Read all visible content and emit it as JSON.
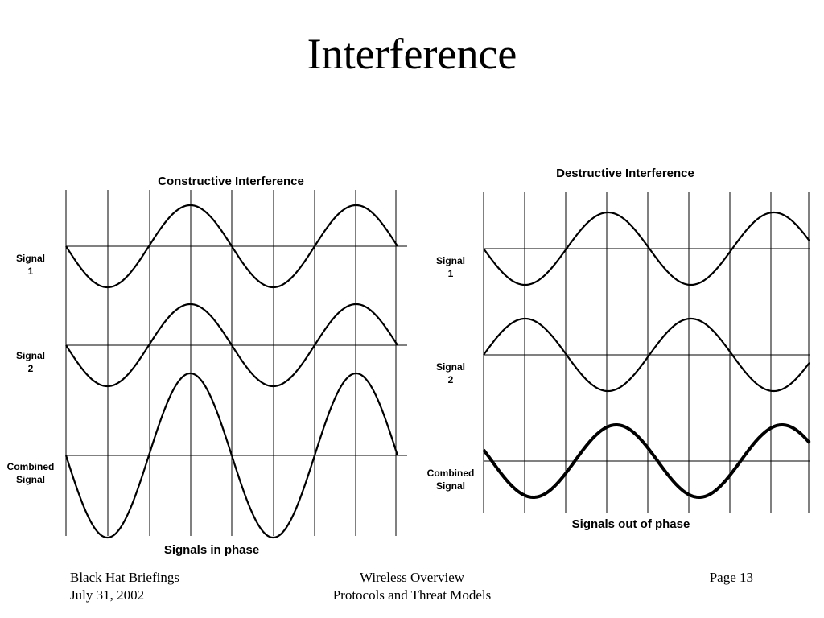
{
  "slide": {
    "title": "Interference"
  },
  "panels": [
    {
      "id": "constructive",
      "title": "Constructive Interference",
      "caption": "Signals in phase",
      "rows": [
        {
          "label": [
            "Signal",
            "1"
          ],
          "amplitude": 1,
          "phase": 0,
          "thick": false
        },
        {
          "label": [
            "Signal",
            "2"
          ],
          "amplitude": 1,
          "phase": 0,
          "thick": false
        },
        {
          "label": [
            "Combined",
            "Signal"
          ],
          "amplitude": 2,
          "phase": 0,
          "thick": false
        }
      ]
    },
    {
      "id": "destructive",
      "title": "Destructive Interference",
      "caption": "Signals out of phase",
      "rows": [
        {
          "label": [
            "Signal",
            "1"
          ],
          "amplitude": 1,
          "phase": 0,
          "thick": false
        },
        {
          "label": [
            "Signal",
            "2"
          ],
          "amplitude": 1,
          "phase": 0.5,
          "thick": false
        },
        {
          "label": [
            "Combined",
            "Signal"
          ],
          "amplitude": 1,
          "phase": 0.05,
          "thick": true
        }
      ]
    }
  ],
  "footer": {
    "left": [
      "Black Hat Briefings",
      "July 31, 2002"
    ],
    "center": [
      "Wireless Overview",
      "Protocols and Threat Models"
    ],
    "right": "Page 13"
  }
}
